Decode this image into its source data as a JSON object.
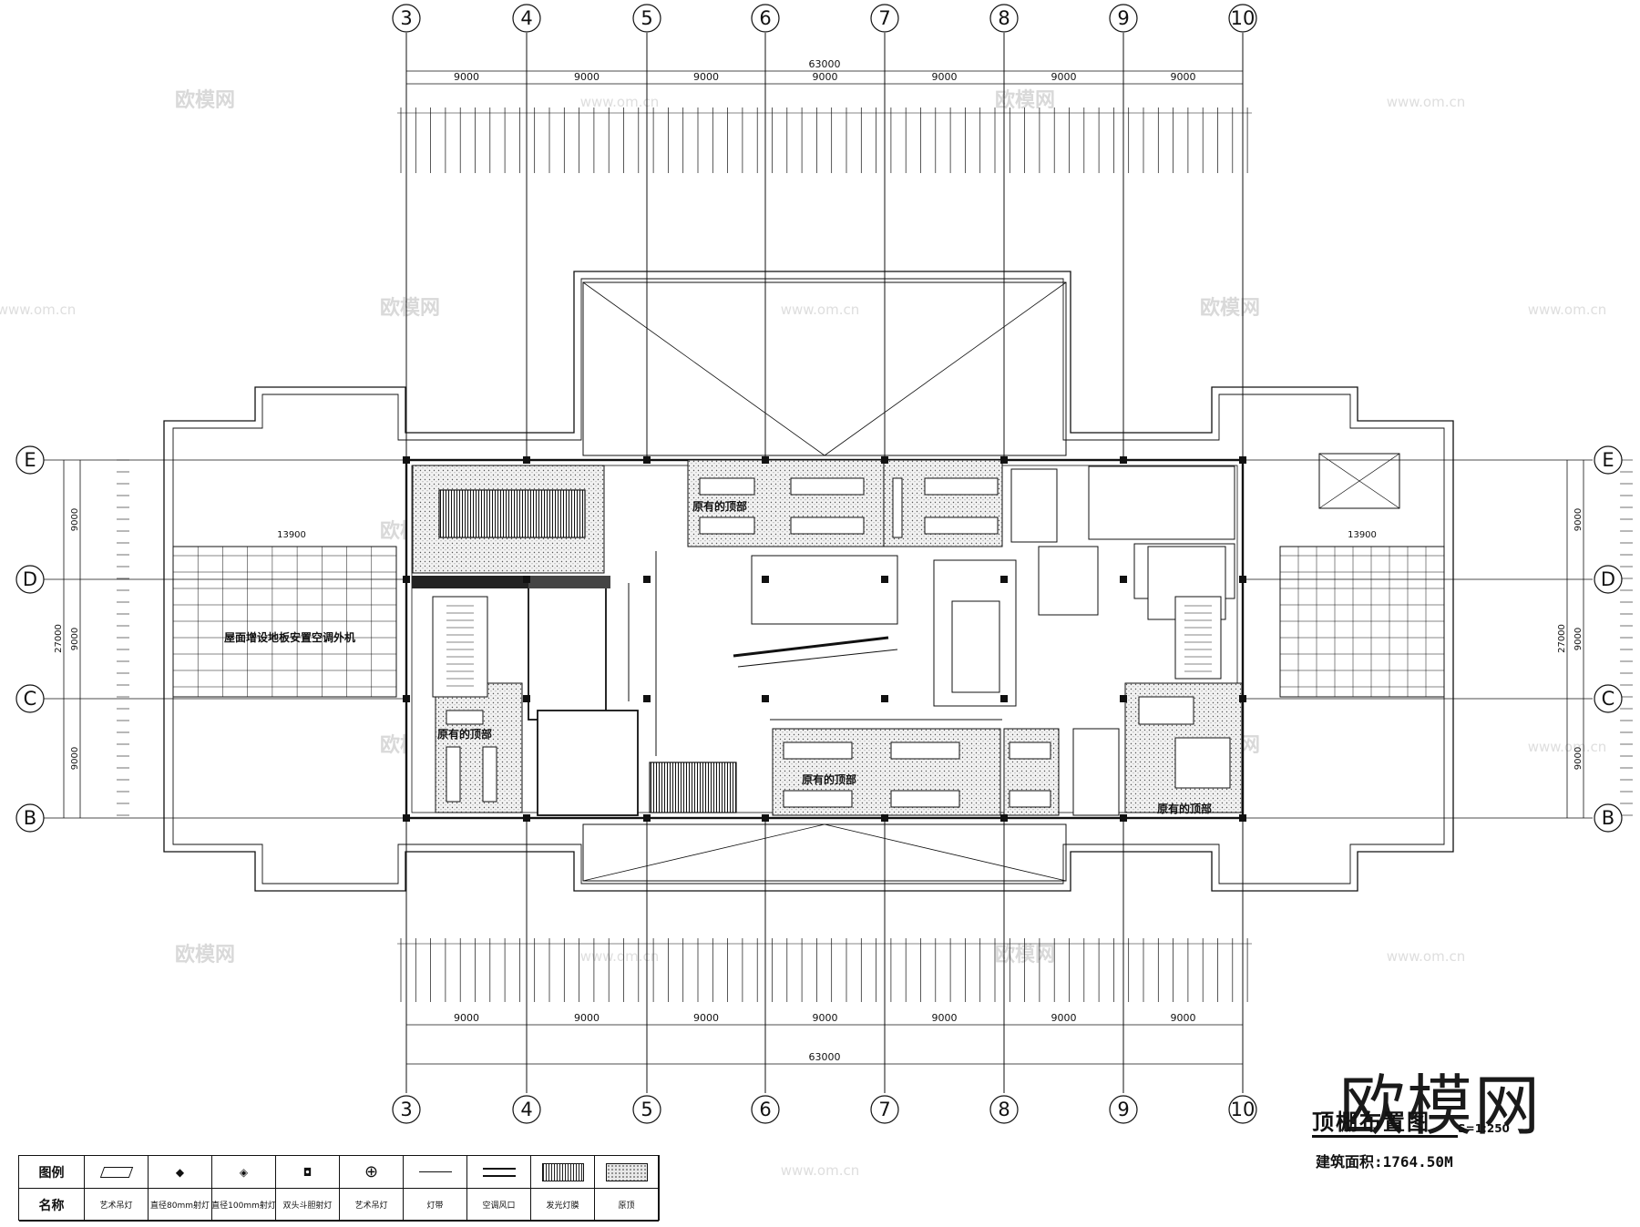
{
  "axes": {
    "columns": [
      "3",
      "4",
      "5",
      "6",
      "7",
      "8",
      "9",
      "10"
    ],
    "rows": [
      "E",
      "D",
      "C",
      "B"
    ]
  },
  "dimensions": {
    "overall": "63000",
    "bay": "9000",
    "bays": [
      "9000",
      "9000",
      "9000",
      "9000",
      "9000",
      "9000",
      "9000"
    ],
    "vertical_total": "27000",
    "vertical_bays": [
      "9000",
      "9000",
      "9000"
    ],
    "side_top": "13900"
  },
  "labels": {
    "original_top": "原有的顶部",
    "roof_ac": "屋面增设地板安置空调外机"
  },
  "title": {
    "main": "顶棚布置图",
    "scale": "S=1:250",
    "area": "建筑面积:1764.50M"
  },
  "brand": "欧模网",
  "watermark": {
    "text": "欧模网",
    "url": "www.om.cn"
  },
  "legend": {
    "row1_header": "图例",
    "row2_header": "名称",
    "names": [
      "艺术吊灯",
      "直径80mm射灯",
      "直径100mm射灯",
      "双头斗胆射灯",
      "艺术吊灯",
      "灯带",
      "空调风口",
      "发光灯膜",
      "原顶"
    ]
  }
}
